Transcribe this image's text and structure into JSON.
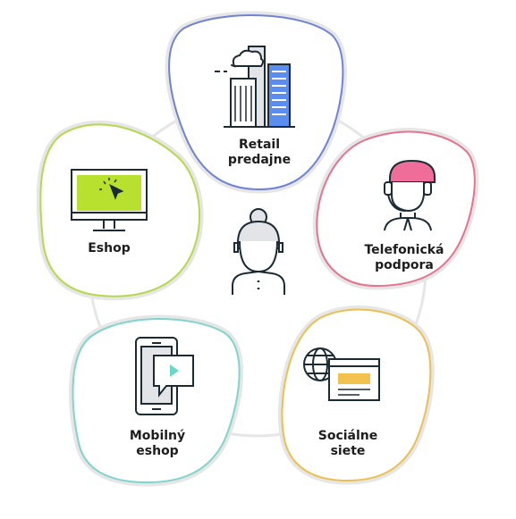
{
  "colors": {
    "retail": "#6f82d6",
    "phone": "#e7718f",
    "social": "#ecc04f",
    "mobile": "#7fd5cb",
    "eshop": "#b5d94a",
    "ring": "#e6e6e6",
    "ink": "#1c2b33",
    "accent_green": "#b8e02e",
    "accent_pink": "#ef6d99",
    "accent_blue": "#5b8def",
    "accent_yellow": "#f2c14e",
    "accent_teal": "#68d7c9"
  },
  "channels": [
    {
      "id": "retail",
      "line1": "Retail",
      "line2": "predajne",
      "icon": "buildings-icon"
    },
    {
      "id": "phone",
      "line1": "Telefonická",
      "line2": "podpora",
      "icon": "headset-agent-icon"
    },
    {
      "id": "social",
      "line1": "Sociálne",
      "line2": "siete",
      "icon": "globe-browser-icon"
    },
    {
      "id": "mobile",
      "line1": "Mobilný",
      "line2": "eshop",
      "icon": "smartphone-video-icon"
    },
    {
      "id": "eshop",
      "line1": "Eshop",
      "line2": "",
      "icon": "monitor-cursor-icon"
    }
  ],
  "center": {
    "icon": "customer-avatar-icon"
  }
}
